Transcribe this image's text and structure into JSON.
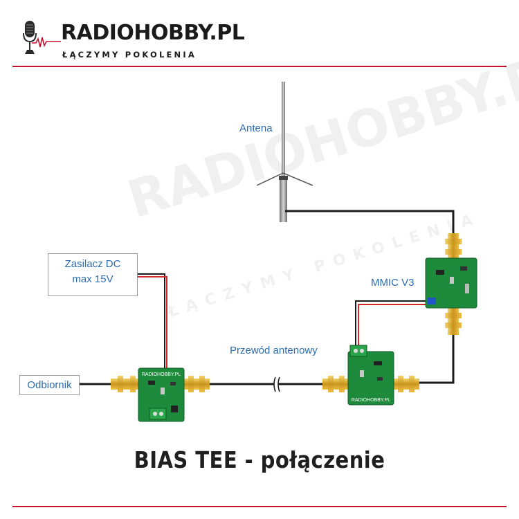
{
  "header": {
    "brand_name": "RADIOHOBBY.PL",
    "brand_tagline": "ŁĄCZYMY POKOLENIA"
  },
  "diagram": {
    "antenna_label": "Antena",
    "psu_label_line1": "Zasilacz DC",
    "psu_label_line2": "max 15V",
    "mmic_label": "MMIC V3",
    "cable_label": "Przewód antenowy",
    "receiver_label": "Odbiornik",
    "board_silkscreen": "RADIOHOBBY.PL"
  },
  "title": "BIAS TEE - połączenie",
  "colors": {
    "brand_red": "#c8102e",
    "label_blue": "#2b6cb0",
    "pcb_green": "#1e8a3c",
    "connector_gold": "#d4a017",
    "wire_black": "#1a1a1a",
    "wire_red": "#d62828"
  }
}
